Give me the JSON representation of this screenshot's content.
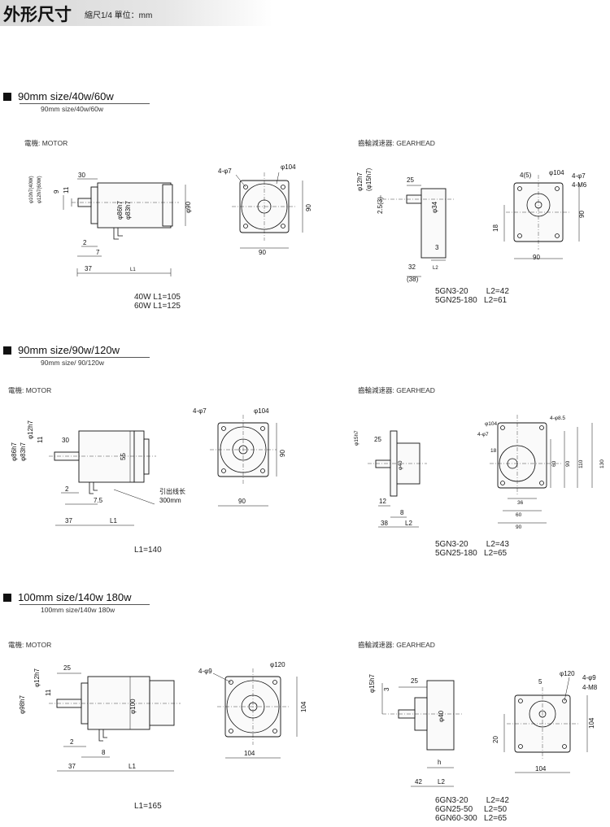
{
  "header": {
    "title": "外形尺寸",
    "subtitle": "縮尺1/4  單位：mm"
  },
  "labels": {
    "motor": "電機:  MOTOR",
    "gearhead": "齒輪減速器:   GEARHEAD"
  },
  "sections": [
    {
      "heading": "90mm size/40w/60w",
      "subheading": "90mm  size/40w/60w",
      "motor_notes": [
        "40W L1=105",
        "60W L1=125"
      ],
      "gear_notes": [
        "5GN3-20        L2=42",
        "5GN25-180   L2=61"
      ],
      "motor_side_dims": [
        "30",
        "9",
        "11",
        "2",
        "7",
        "37",
        "L1",
        "φ10h7(40W)",
        "φ12h7(60W)",
        "φ86h7",
        "φ83h7",
        "φ90"
      ],
      "motor_front_dims": [
        "4-φ7",
        "φ104",
        "90",
        "90"
      ],
      "gear_side_dims": [
        "φ12h7",
        "(φ15h7)",
        "2.5(3)",
        "25",
        "φ34",
        "3",
        "32",
        "(38)",
        "L2"
      ],
      "gear_front_dims": [
        "4(5)",
        "φ104",
        "4-φ7",
        "4-M6",
        "18",
        "90",
        "90"
      ]
    },
    {
      "heading": "90mm size/90w/120w",
      "subheading": "90mm  size/ 90/120w",
      "motor_notes": [
        "L1=140"
      ],
      "gear_notes": [
        "5GN3-20        L2=43",
        "5GN25-180   L2=65"
      ],
      "motor_side_dims": [
        "φ12h7",
        "11",
        "30",
        "φ86h7",
        "φ83h7",
        "55",
        "2",
        "7.5",
        "37",
        "L1",
        "引出线长",
        "300mm"
      ],
      "motor_front_dims": [
        "4-φ7",
        "φ104",
        "90",
        "90"
      ],
      "gear_side_dims": [
        "φ15h7",
        "25",
        "φ40",
        "12",
        "8",
        "38",
        "L2"
      ],
      "gear_front_dims": [
        "φ104",
        "4-φ7",
        "4-φ8.5",
        "18",
        "60",
        "90",
        "110",
        "130",
        "36",
        "60",
        "90"
      ]
    },
    {
      "heading": "100mm size/140w 180w",
      "subheading": "100mm  size/140w 180w",
      "motor_notes": [
        "L1=165"
      ],
      "gear_notes": [
        "6GN3-20        L2=42",
        "6GN25-50     L2=50",
        "6GN60-300   L2=65"
      ],
      "motor_side_dims": [
        "25",
        "φ12h7",
        "11",
        "φ98h7",
        "φ100",
        "2",
        "8",
        "37",
        "L1"
      ],
      "motor_front_dims": [
        "4-φ9",
        "φ120",
        "104",
        "104"
      ],
      "gear_side_dims": [
        "φ15h7",
        "3",
        "25",
        "φ40",
        "h",
        "42",
        "L2"
      ],
      "gear_front_dims": [
        "5",
        "φ120",
        "4-φ9",
        "4-M8",
        "20",
        "104",
        "104"
      ]
    }
  ]
}
